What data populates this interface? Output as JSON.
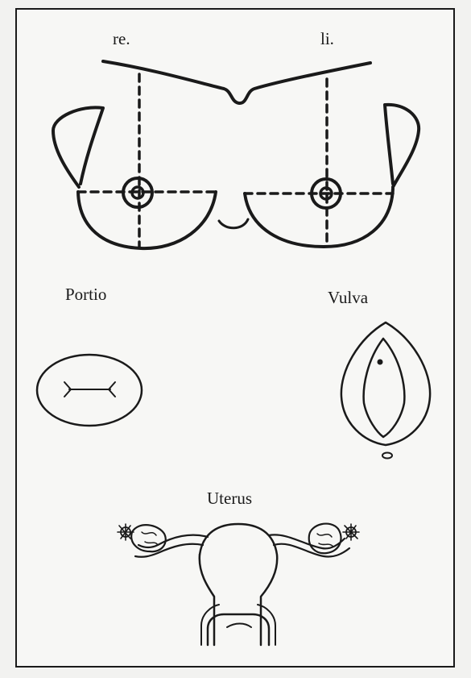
{
  "labels": {
    "right": "re.",
    "left": "li.",
    "portio": "Portio",
    "vulva": "Vulva",
    "uterus": "Uterus"
  },
  "colors": {
    "ink": "#1a1a1a",
    "paper": "#f7f7f5",
    "background": "#f2f2f0"
  }
}
